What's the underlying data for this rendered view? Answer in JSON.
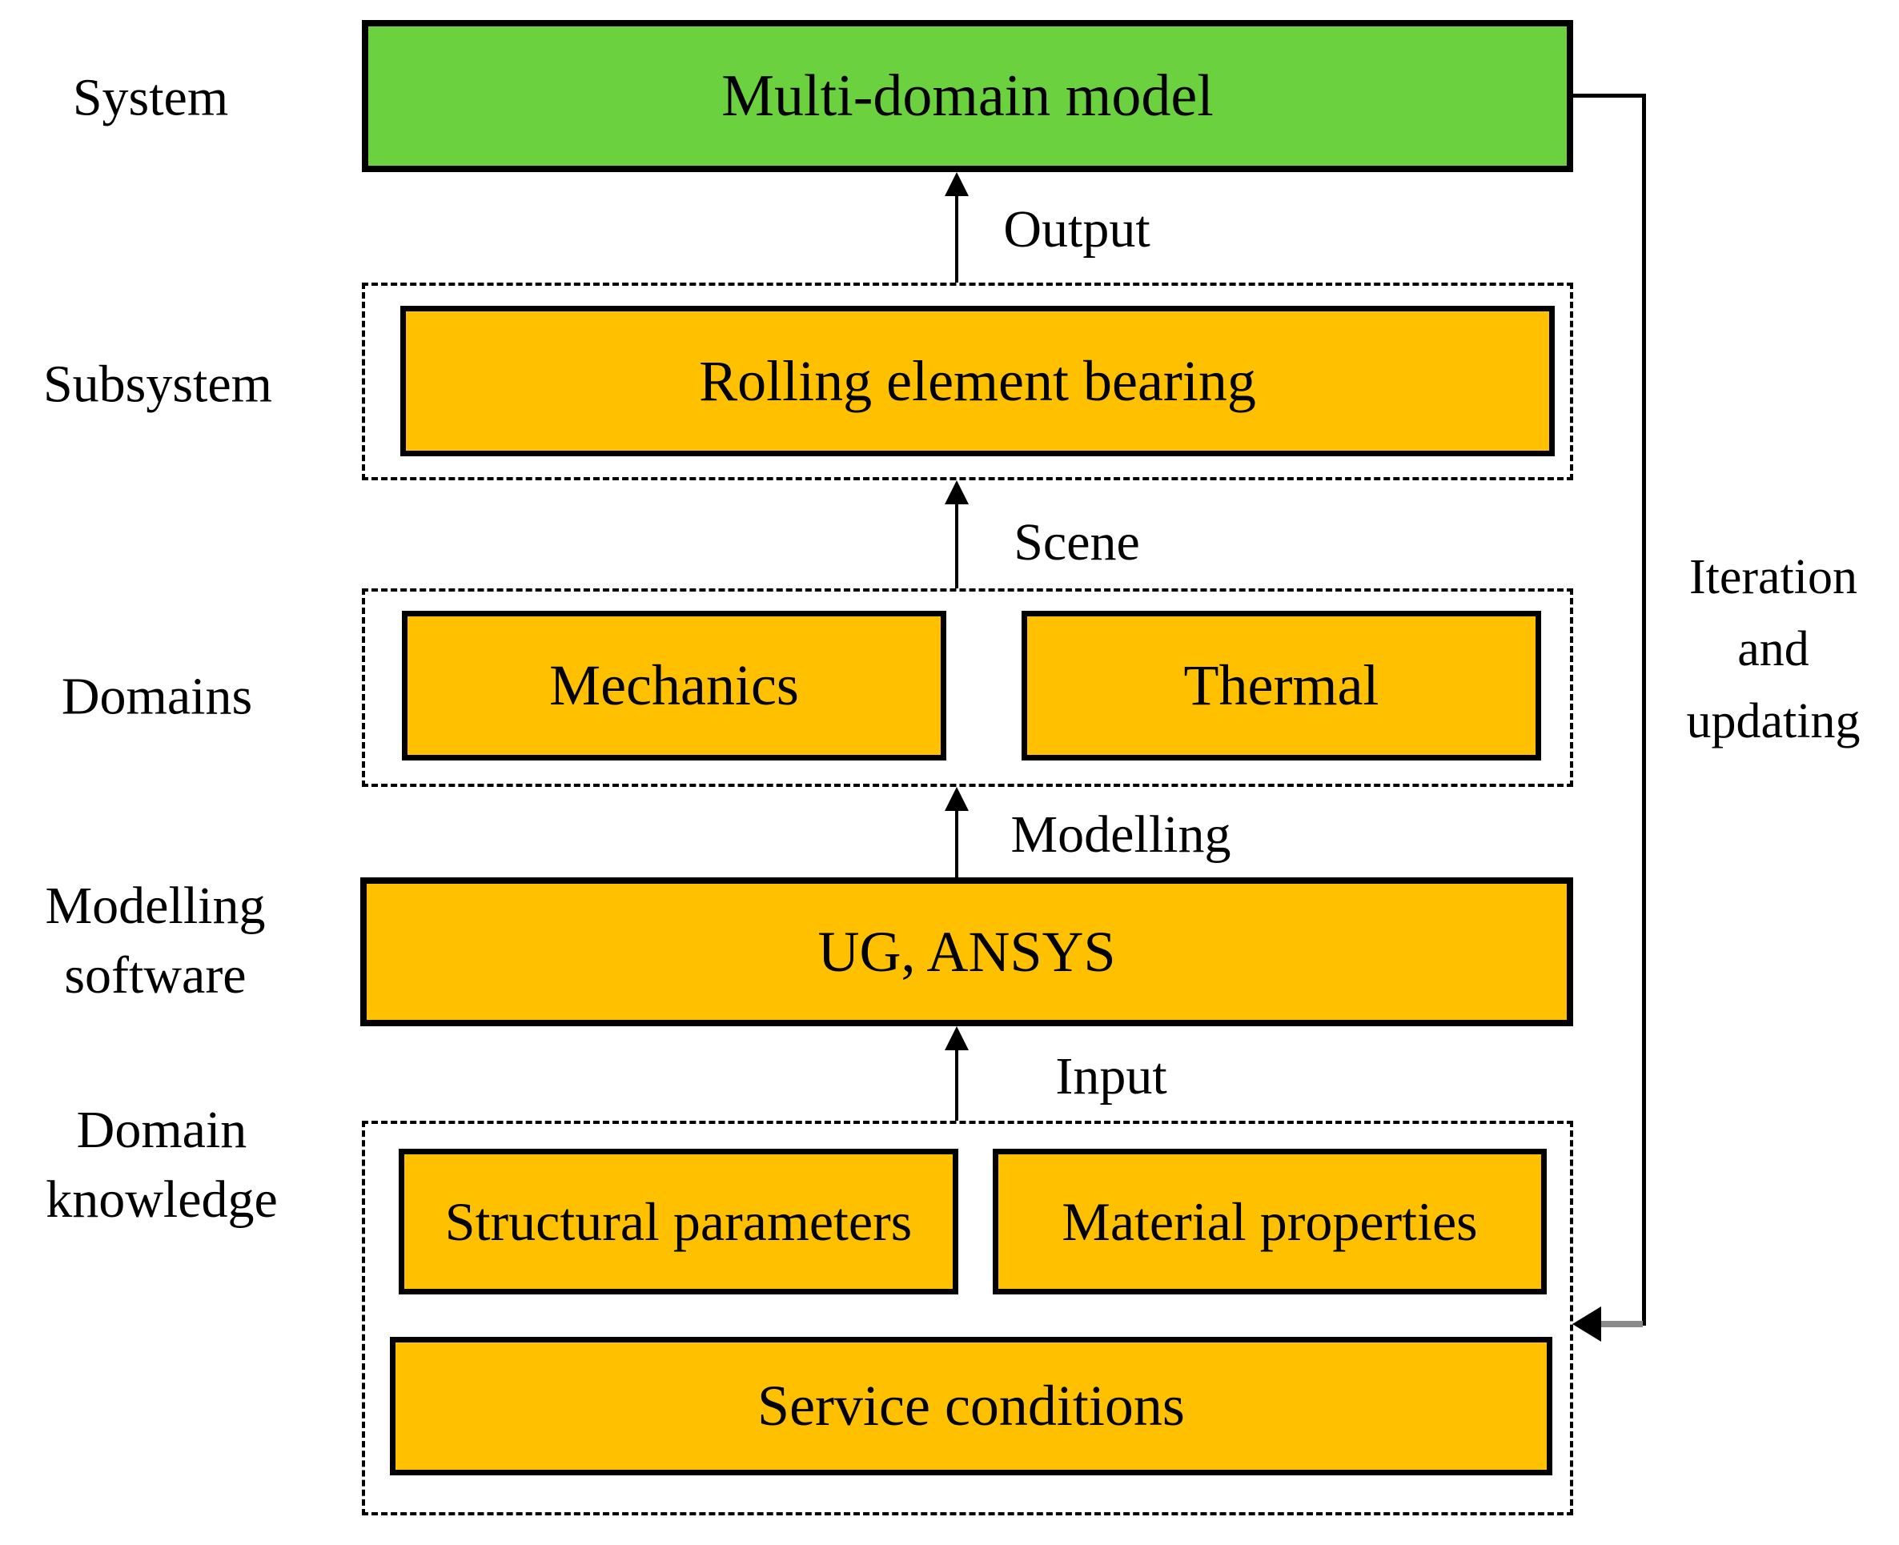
{
  "row_labels": {
    "system": "System",
    "subsystem": "Subsystem",
    "domains": "Domains",
    "modelling_software": "Modelling\nsoftware",
    "domain_knowledge": "Domain\nknowledge"
  },
  "boxes": {
    "multi_domain_model": "Multi-domain model",
    "rolling_element_bearing": "Rolling element bearing",
    "mechanics": "Mechanics",
    "thermal": "Thermal",
    "ug_ansys": "UG, ANSYS",
    "structural_parameters": "Structural parameters",
    "material_properties": "Material properties",
    "service_conditions": "Service conditions"
  },
  "arrow_labels": {
    "output": "Output",
    "scene": "Scene",
    "modelling": "Modelling",
    "input": "Input",
    "iteration": "Iteration\nand\nupdating"
  },
  "colors": {
    "model_green": "#6CD13E",
    "block_orange": "#FFC000",
    "outline_black": "#000000",
    "connector_gray": "#8A8A8A"
  }
}
